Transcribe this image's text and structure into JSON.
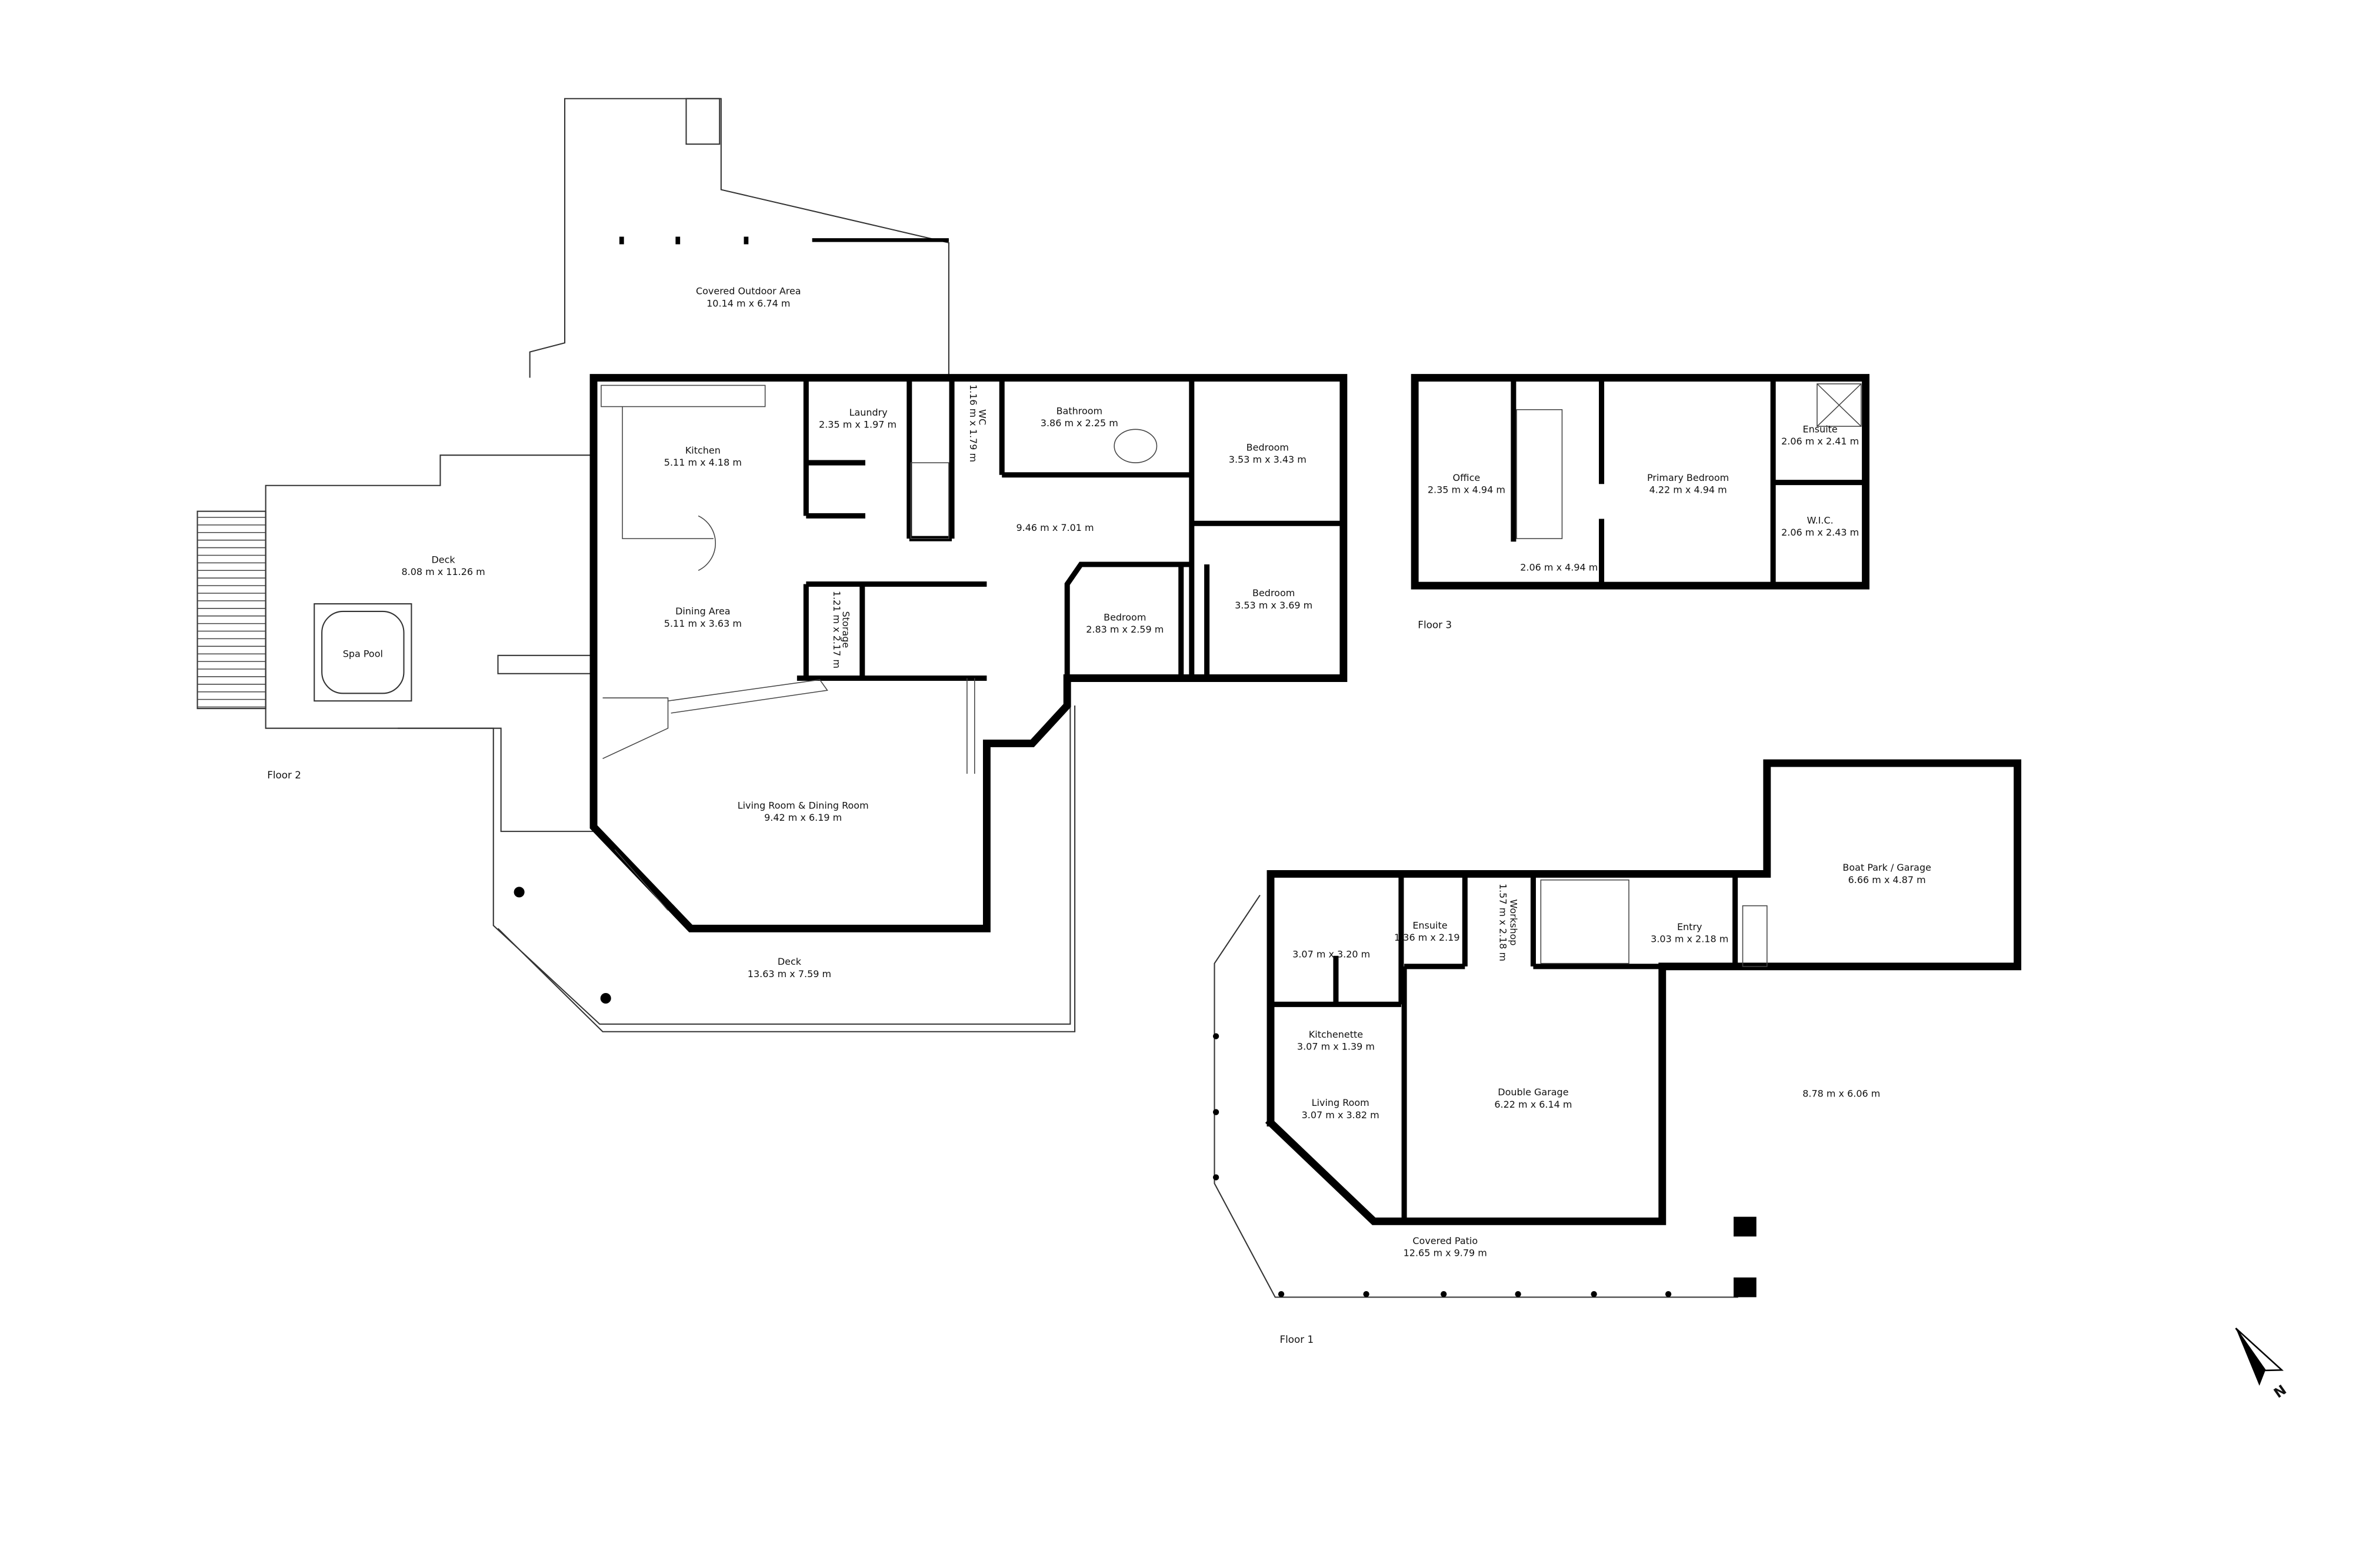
{
  "floors": [
    {
      "label": "Floor 2",
      "rooms": [
        {
          "name": "Covered Outdoor Area",
          "dims": "10.14 m x 6.74 m"
        },
        {
          "name": "Deck",
          "dims": "8.08 m x 11.26 m"
        },
        {
          "name": "Spa Pool",
          "dims": ""
        },
        {
          "name": "Kitchen",
          "dims": "5.11 m x 4.18 m"
        },
        {
          "name": "Laundry",
          "dims": "2.35 m x 1.97 m"
        },
        {
          "name": "WC",
          "dims": "1.16 m x 1.79 m"
        },
        {
          "name": "Bathroom",
          "dims": "3.86 m x 2.25 m"
        },
        {
          "name": "Bedroom",
          "dims": "3.53 m x 3.43 m"
        },
        {
          "name": "",
          "dims": "9.46 m x 7.01 m"
        },
        {
          "name": "Dining Area",
          "dims": "5.11 m x 3.63 m"
        },
        {
          "name": "Storage",
          "dims": "1.21 m x 2.17 m"
        },
        {
          "name": "Bedroom",
          "dims": "2.83 m x 2.59 m"
        },
        {
          "name": "Bedroom",
          "dims": "3.53 m x 3.69 m"
        },
        {
          "name": "Living Room & Dining Room",
          "dims": "9.42 m x 6.19 m"
        },
        {
          "name": "Deck",
          "dims": "13.63 m x 7.59 m"
        }
      ]
    },
    {
      "label": "Floor 3",
      "rooms": [
        {
          "name": "Office",
          "dims": "2.35 m x 4.94 m"
        },
        {
          "name": "",
          "dims": "2.06 m x 4.94 m"
        },
        {
          "name": "Primary Bedroom",
          "dims": "4.22 m x 4.94 m"
        },
        {
          "name": "Ensuite",
          "dims": "2.06 m x 2.41 m"
        },
        {
          "name": "W.I.C.",
          "dims": "2.06 m x 2.43 m"
        }
      ]
    },
    {
      "label": "Floor 1",
      "rooms": [
        {
          "name": "",
          "dims": "3.07 m x 3.20 m"
        },
        {
          "name": "Ensuite",
          "dims": "1.36 m x 2.19"
        },
        {
          "name": "Workshop",
          "dims": "1.57 m x 2.18 m"
        },
        {
          "name": "Entry",
          "dims": "3.03 m x 2.18 m"
        },
        {
          "name": "Boat Park / Garage",
          "dims": "6.66 m x 4.87 m"
        },
        {
          "name": "Kitchenette",
          "dims": "3.07 m x 1.39 m"
        },
        {
          "name": "Living Room",
          "dims": "3.07 m x 3.82 m"
        },
        {
          "name": "Double Garage",
          "dims": "6.22 m x 6.14 m"
        },
        {
          "name": "",
          "dims": "8.78 m x 6.06 m"
        },
        {
          "name": "Covered Patio",
          "dims": "12.65 m x 9.79 m"
        }
      ]
    }
  ],
  "compass": {
    "icon": "north-arrow-icon",
    "label": "N"
  }
}
